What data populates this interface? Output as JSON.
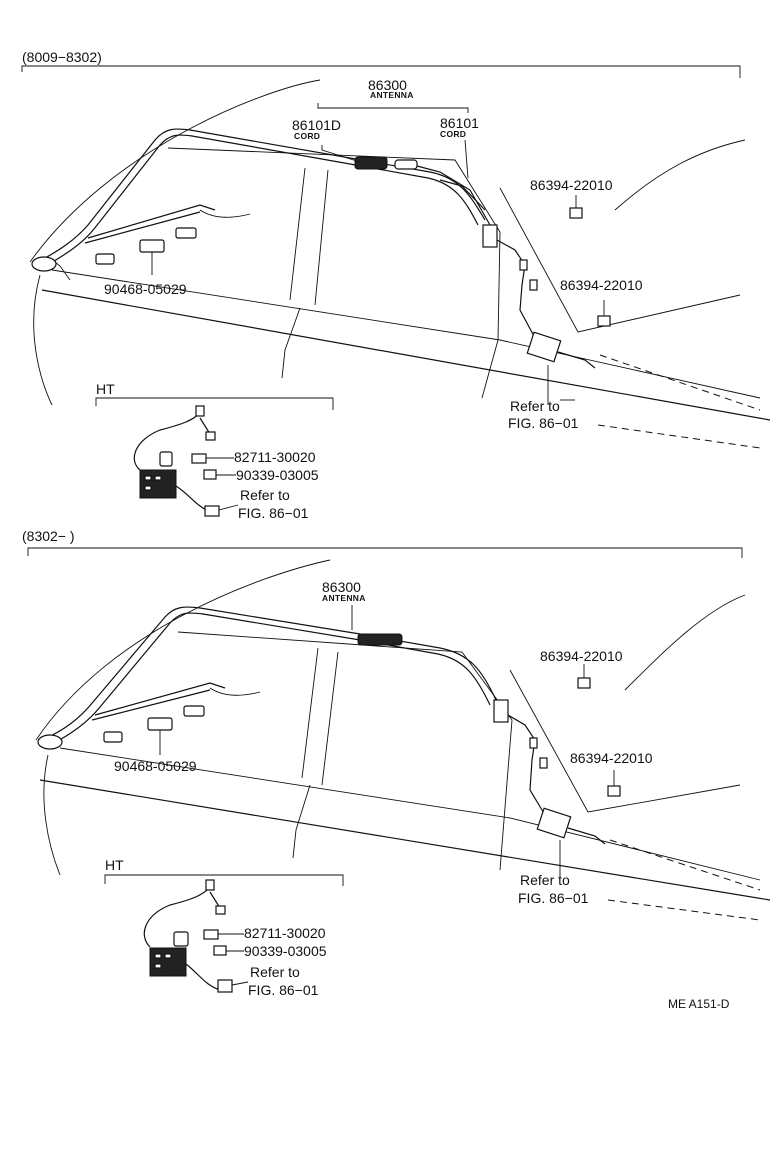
{
  "top": {
    "range": "(8009−8302)",
    "antenna": {
      "number": "86300",
      "name": "ANTENNA"
    },
    "cord_left": {
      "number": "86101D",
      "name": "CORD"
    },
    "cord_right": {
      "number": "86101",
      "name": "CORD"
    },
    "screw_1": "86394-22010",
    "screw_2": "86394-22010",
    "clip": "90468-05029",
    "refer_1": "Refer to",
    "refer_2": "FIG. 86−01",
    "ht": {
      "label": "HT",
      "part_a": "82711-30020",
      "part_b": "90339-03005",
      "refer_1": "Refer to",
      "refer_2": "FIG. 86−01"
    }
  },
  "bottom": {
    "range": "(8302−          )",
    "antenna": {
      "number": "86300",
      "name": "ANTENNA"
    },
    "screw_1": "86394-22010",
    "screw_2": "86394-22010",
    "clip": "90468-05029",
    "refer_1": "Refer to",
    "refer_2": "FIG. 86−01",
    "ht": {
      "label": "HT",
      "part_a": "82711-30020",
      "part_b": "90339-03005",
      "refer_1": "Refer to",
      "refer_2": "FIG. 86−01"
    }
  },
  "code": "ME A151-D"
}
